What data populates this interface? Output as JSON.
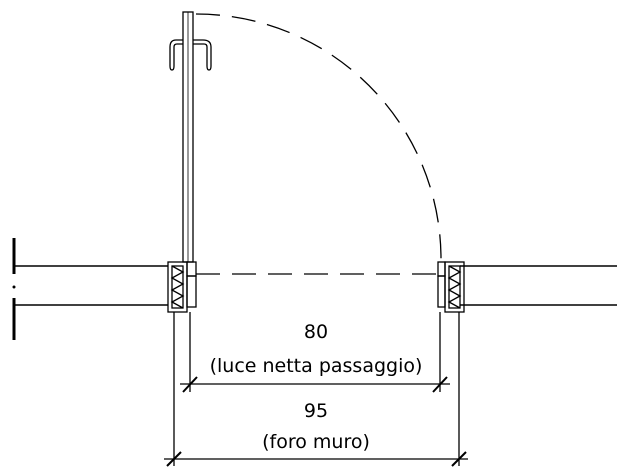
{
  "dimensions": {
    "clear_opening": {
      "value": "80",
      "label": "(luce netta passaggio)"
    },
    "wall_opening": {
      "value": "95",
      "label": "(foro muro)"
    }
  },
  "colors": {
    "line": "#000000",
    "background": "#ffffff"
  }
}
